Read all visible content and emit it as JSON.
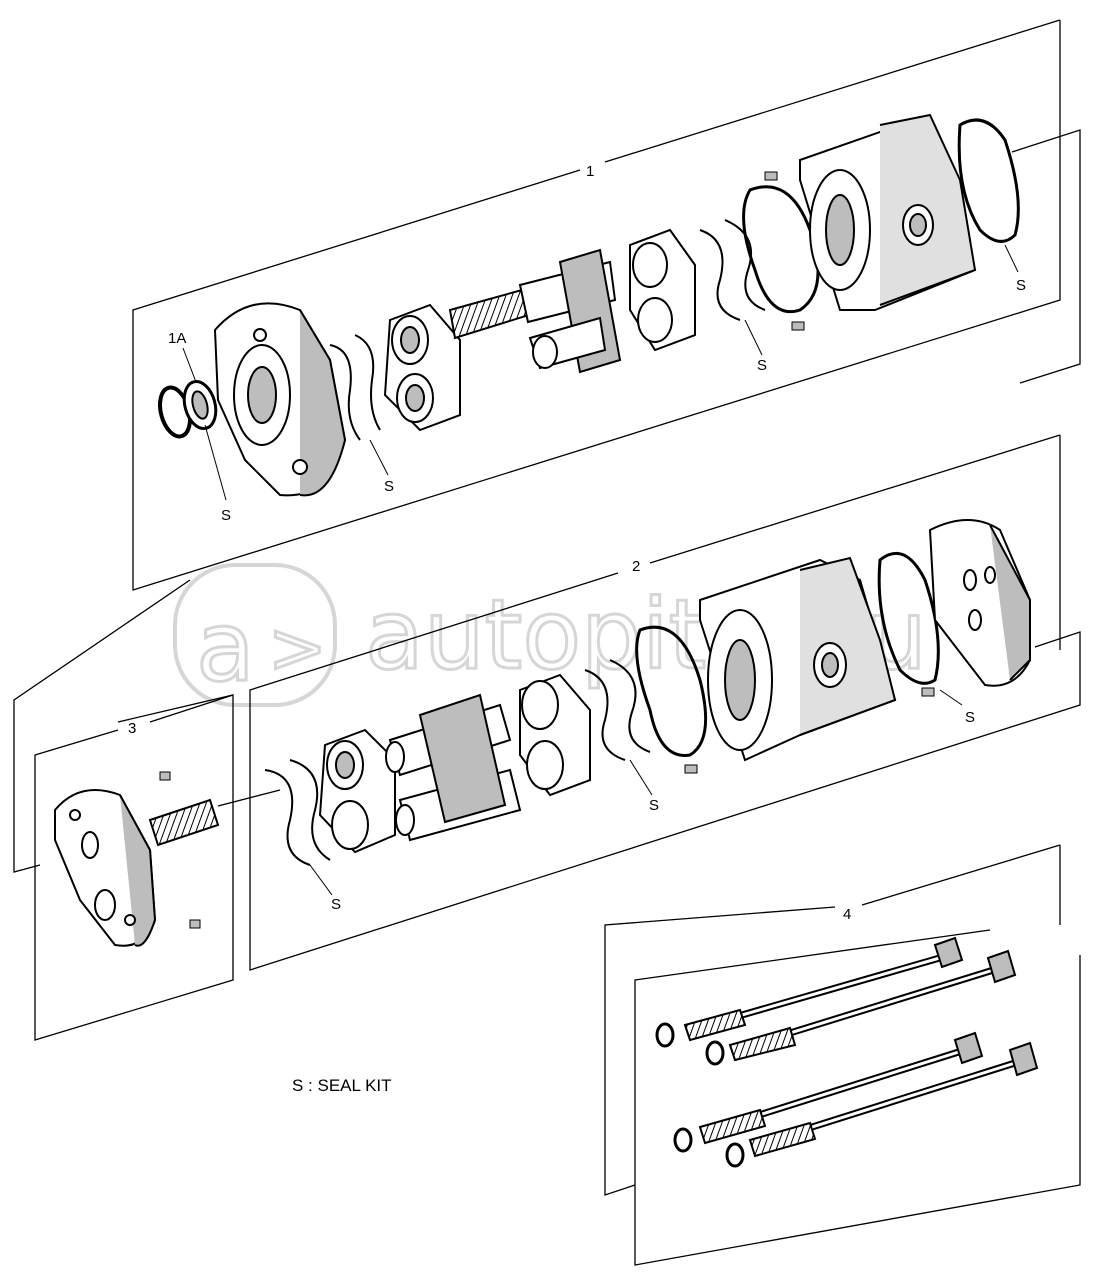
{
  "diagram": {
    "group_labels": [
      "1",
      "1A",
      "2",
      "3",
      "4"
    ],
    "seal_label": "S",
    "note": "S : SEAL KIT",
    "watermark": "autopiter.ru"
  },
  "colors": {
    "line": "#000000",
    "fill": "#ffffff",
    "shade": "#bdbdbd",
    "watermark": "#d6d6d6"
  }
}
